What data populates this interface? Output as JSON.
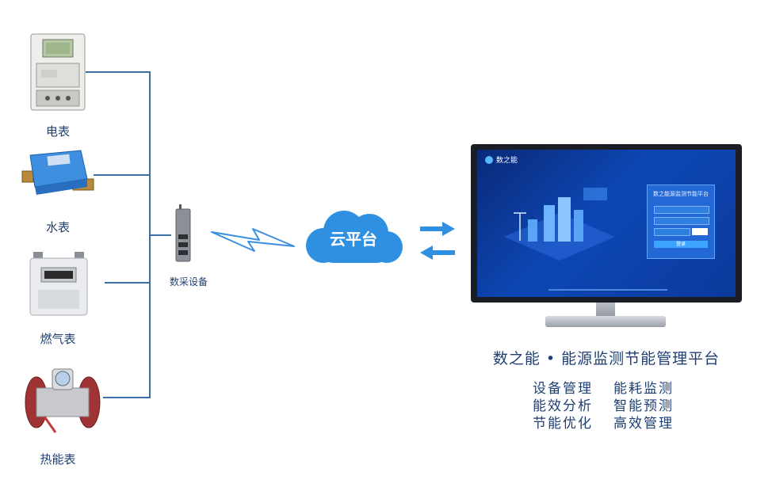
{
  "devices": [
    {
      "label": "电表",
      "icon": "electric-meter-icon"
    },
    {
      "label": "水表",
      "icon": "water-meter-icon"
    },
    {
      "label": "燃气表",
      "icon": "gas-meter-icon"
    },
    {
      "label": "热能表",
      "icon": "heat-meter-icon"
    }
  ],
  "gateway": {
    "label": "数采设备",
    "icon": "gateway-icon"
  },
  "cloud": {
    "label": "云平台",
    "icon": "cloud-icon"
  },
  "screen": {
    "brand": "数之能",
    "login_title": "数之能源监测节能平台",
    "login_button": "登录"
  },
  "platform": {
    "title": "数之能 • 能源监测节能管理平台",
    "features": [
      "设备管理",
      "能耗监测",
      "能效分析",
      "智能预测",
      "节能优化",
      "高效管理"
    ]
  },
  "colors": {
    "accent": "#1f3f73",
    "line": "#3c6fa6",
    "cloud": "#2f8fe0"
  }
}
